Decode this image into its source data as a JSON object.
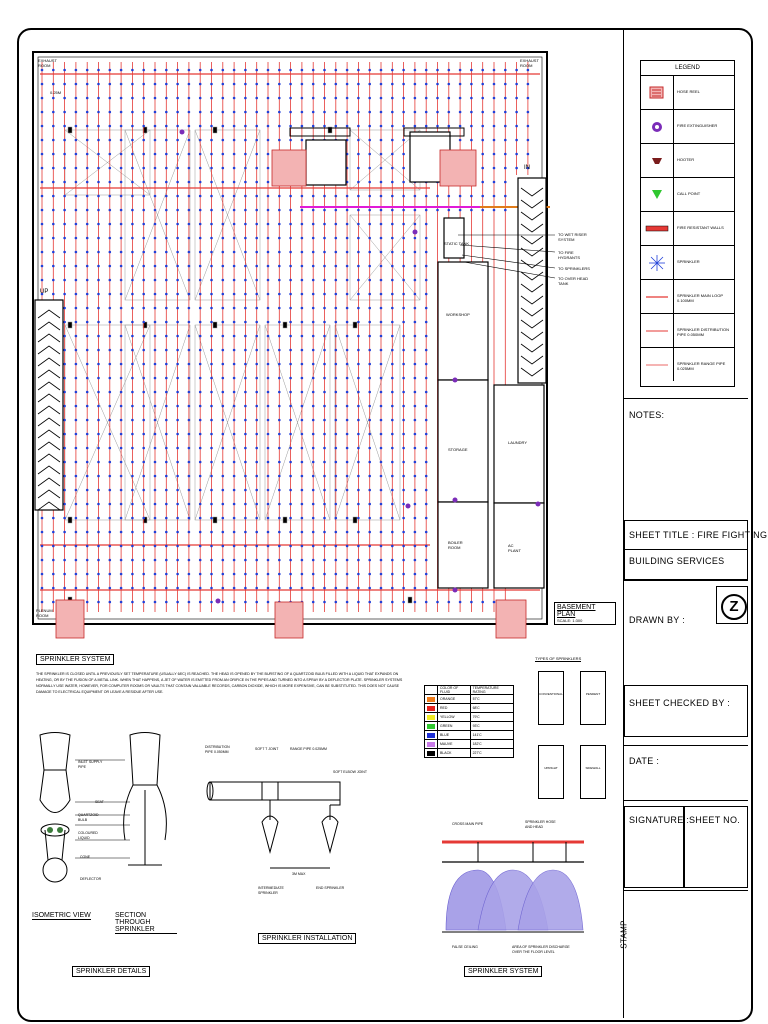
{
  "plan": {
    "rooms": {
      "exhaust_room": "EXHAUST ROOM",
      "workshop": "WORKSHOP",
      "storage": "STORAGE",
      "laundry": "LAUNDRY",
      "boiler_room": "BOILER ROOM",
      "ac_plant": "AC PLANT",
      "up": "UP",
      "in": "IN",
      "plenum_room": "PLENUM ROOM",
      "static_tank": "STATIC TANK"
    },
    "annotations": {
      "to_wet_riser": "TO WET RISER SYSTEM",
      "to_fire_hydrants": "TO FIRE HYDRANTS",
      "to_sprinklers": "TO SPRINKLERS",
      "to_overhead_tank": "TO OVER HEAD TANK",
      "pipe_size": "0.25M"
    },
    "caption": "BASEMENT PLAN",
    "scale": "SCALE: 1:300"
  },
  "legend": {
    "title": "LEGEND",
    "items": [
      {
        "icon": "hose-reel-icon",
        "label": "HOSE REEL"
      },
      {
        "icon": "fire-extinguisher-icon",
        "label": "FIRE EXTINGUISHER"
      },
      {
        "icon": "hooter-icon",
        "label": "HOOTER"
      },
      {
        "icon": "call-point-icon",
        "label": "CALL POINT"
      },
      {
        "icon": "fire-resistant-walls-icon",
        "label": "FIRE RESISTANT WALLS"
      },
      {
        "icon": "sprinkler-icon",
        "label": "SPRINKLER"
      },
      {
        "icon": "main-loop-line-icon",
        "label": "SPRINKLER MAIN LOOP 0.100MM"
      },
      {
        "icon": "distribution-line-icon",
        "label": "SPRINKLER DISTRIBUTION PIPE 0.050MM"
      },
      {
        "icon": "range-pipe-line-icon",
        "label": "SPRINKLER RANGE PIPE 0.025MM"
      }
    ]
  },
  "title_block": {
    "notes": "NOTES:",
    "sheet_title": "SHEET TITLE : FIRE FIGHTING",
    "building_services": "BUILDING SERVICES",
    "drawn_by": "DRAWN BY :",
    "logo": "Z",
    "checked_by": "SHEET CHECKED BY :",
    "date": "DATE :",
    "signature": "SIGNATURE :",
    "sheet_no": "SHEET NO.",
    "stamp": "STAMP"
  },
  "sprinkler_system": {
    "heading": "SPRINKLER SYSTEM",
    "description": "THE SPRINKLER IS CLOSED UNTIL A PREVIOUSLY SET TEMPERATURE (USUALLY 68'C) IS REACHED. THE HEAD IS OPENED BY THE BURSTING OF A QUARTZOID BULB FILLED WITH A LIQUID THAT EXPANDS ON HEATING, OR BY THE FUSION OF A METAL LINK. WHEN THAT HAPPENS, A JET OF WATER IS EMITTED FROM AN ORIFICE IN THE PIPES AND TURNED INTO A SPRAY BY A DEFLECTOR PLATE. SPRINKLER SYSTEMS NORMALLY USE WATER, HOWEVER, FOR COMPUTER ROOMS OR VAULTS THAT CONTAIN VALUABLE RECORDS, CARBON DIOXIDE, WHICH IS MORE EXPENSIVE, CAN BE SUBSTITUTED. THIS DOES NOT CAUSE DAMAGE TO ELECTRICAL EQUIPMENT OR LEAVE A RESIDUE AFTER USE.",
    "color_table": {
      "headers": [
        "COLOR OF FLUID",
        "TEMPERATURE RATING"
      ],
      "rows": [
        {
          "color": "#f07c1a",
          "name": "ORANGE",
          "temp": "57'C"
        },
        {
          "color": "#e8231f",
          "name": "RED",
          "temp": "68'C"
        },
        {
          "color": "#f2ec23",
          "name": "YELLOW",
          "temp": "79'C"
        },
        {
          "color": "#2fc72f",
          "name": "GREEN",
          "temp": "93'C"
        },
        {
          "color": "#1c2ed6",
          "name": "BLUE",
          "temp": "141'C"
        },
        {
          "color": "#c87ae8",
          "name": "MAUVE",
          "temp": "182'C"
        },
        {
          "color": "#000000",
          "name": "BLACK",
          "temp": "227'C"
        }
      ]
    },
    "types_heading": "TYPES OF SPRINKLERS",
    "types": [
      "CONVENTIONAL",
      "PENDENT",
      "UPRIGHT",
      "SIDEWALL"
    ]
  },
  "details": {
    "labels": {
      "inlet": "INLET SUPPLY PIPE",
      "seat": "SEAT",
      "quartzoid_bulb": "QUARTZOID BULB",
      "coloured_liquid": "COLOURED LIQUID",
      "cone": "CONE",
      "deflector": "DEFLECTOR"
    },
    "isometric_view": "ISOMETRIC VIEW",
    "section_through": "SECTION THROUGH SPRINKLER",
    "caption": "SPRINKLER DETAILS"
  },
  "installation": {
    "distribution_pipe": "DISTRIBUTION PIPE 0.050MM",
    "soft_t_joint": "SOFT T JOINT",
    "range_pipe": "RANGE PIPE 0.025MM",
    "soft_elbow_joint": "SOFT ELBOW JOINT",
    "spacing": "3M MAX",
    "intermediate": "INTERMEDIATE SPRINKLER",
    "end_sprinkler": "END SPRINKLER",
    "caption": "SPRINKLER INSTALLATION"
  },
  "system_section": {
    "cross_main": "CROSS MAIN PIPE",
    "branch": "SPRINKLER HOSE AND HEAD",
    "false_ceiling": "FALSE CEILING",
    "discharge": "AREA OF SPRINKLER DISCHARGE OVER THE FLOOR LEVEL",
    "caption": "SPRINKLER SYSTEM"
  },
  "colors": {
    "range_pipe": "#e53935",
    "sprinkler_head": "#1f3fd8",
    "magenta_pipe": "#e01ad8",
    "orange_pipe": "#e07b1a",
    "extinguisher": "#7b2cb8",
    "fire_wall": "#e53935",
    "discharge": "#a9a2e8"
  }
}
